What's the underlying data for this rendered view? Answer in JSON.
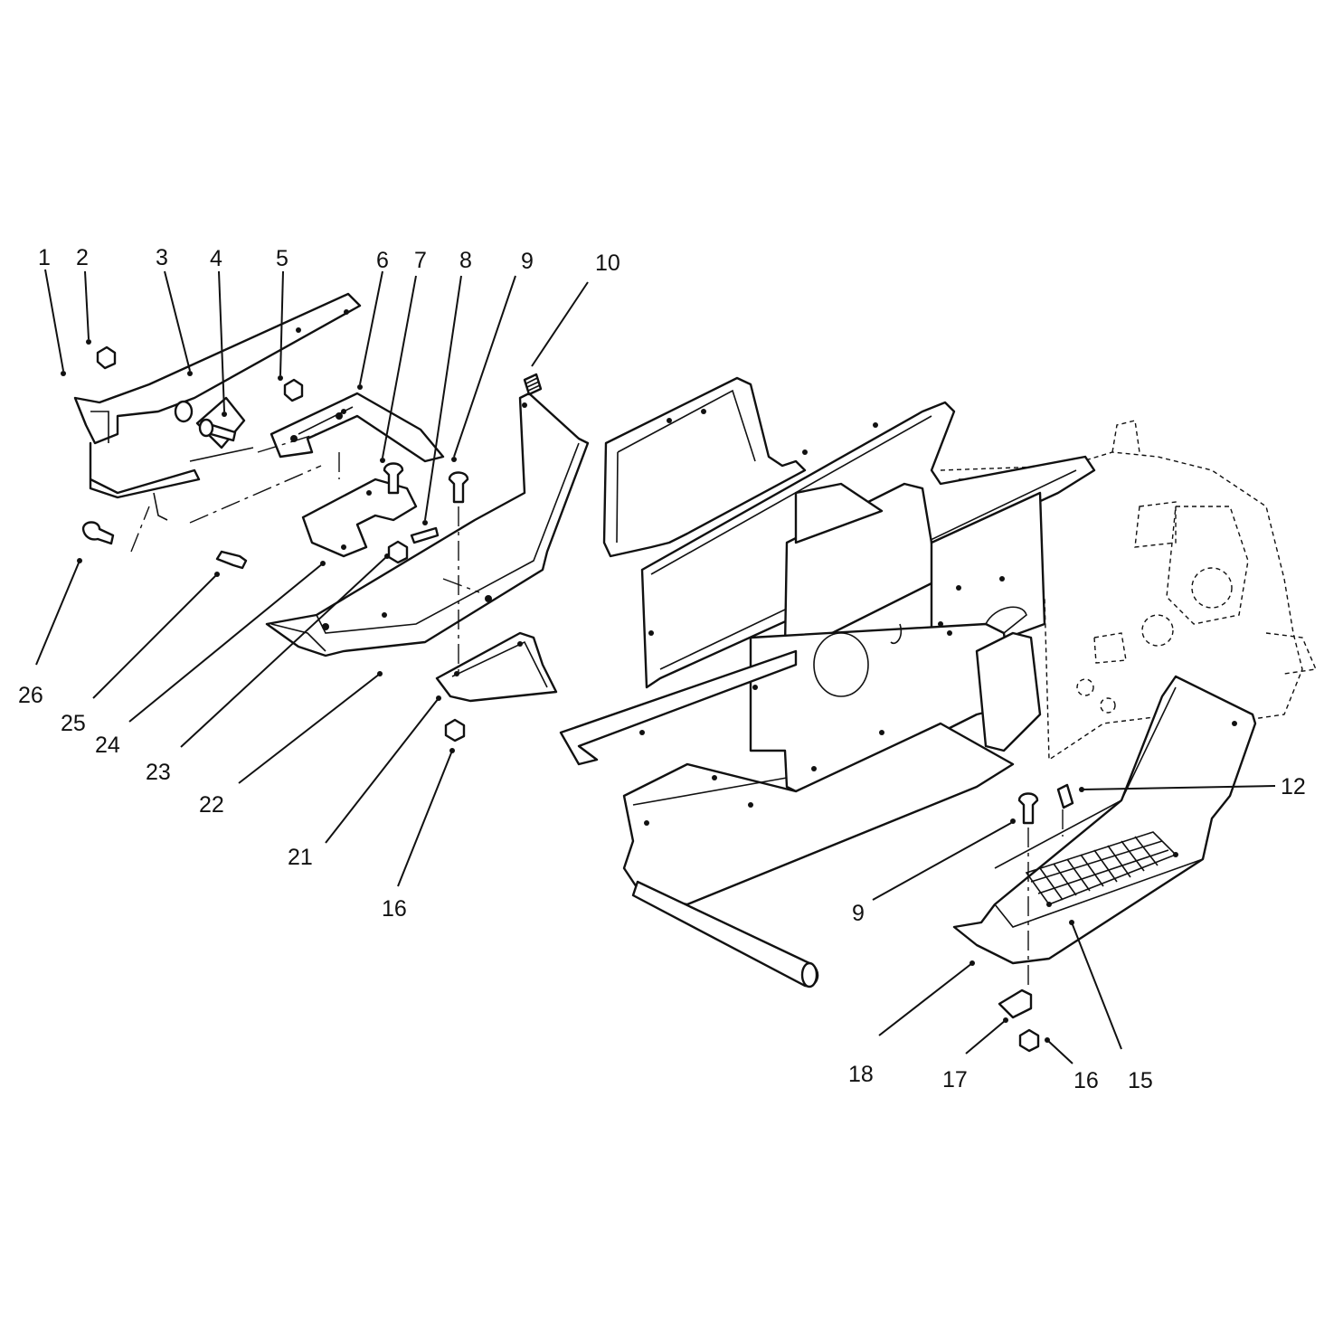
{
  "diagram": {
    "type": "exploded-parts-view",
    "callouts": [
      {
        "id": "c1",
        "text": "1"
      },
      {
        "id": "c2",
        "text": "2"
      },
      {
        "id": "c3",
        "text": "3"
      },
      {
        "id": "c4",
        "text": "4"
      },
      {
        "id": "c5",
        "text": "5"
      },
      {
        "id": "c6",
        "text": "6"
      },
      {
        "id": "c7",
        "text": "7"
      },
      {
        "id": "c8",
        "text": "8"
      },
      {
        "id": "c9a",
        "text": "9"
      },
      {
        "id": "c10",
        "text": "10"
      },
      {
        "id": "c12",
        "text": "12"
      },
      {
        "id": "c9b",
        "text": "9"
      },
      {
        "id": "c26",
        "text": "26"
      },
      {
        "id": "c25",
        "text": "25"
      },
      {
        "id": "c24",
        "text": "24"
      },
      {
        "id": "c23",
        "text": "23"
      },
      {
        "id": "c22",
        "text": "22"
      },
      {
        "id": "c21",
        "text": "21"
      },
      {
        "id": "c16a",
        "text": "16"
      },
      {
        "id": "c18",
        "text": "18"
      },
      {
        "id": "c17",
        "text": "17"
      },
      {
        "id": "c16b",
        "text": "16"
      },
      {
        "id": "c15",
        "text": "15"
      }
    ]
  }
}
